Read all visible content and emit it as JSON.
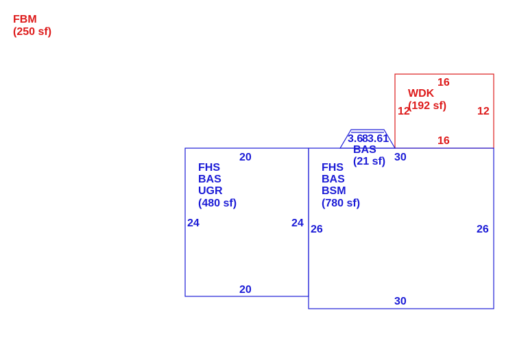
{
  "colors": {
    "blue": "#1a1ad6",
    "red": "#dd1a1a"
  },
  "fbm": {
    "code": "FBM",
    "area": "(250 sf)"
  },
  "wdk": {
    "code": "WDK",
    "area": "(192 sf)",
    "dim_top": "16",
    "dim_bottom": "16",
    "dim_left": "12",
    "dim_right": "12"
  },
  "bay": {
    "code": "BAS",
    "area": "(21 sf)",
    "dim_a": "3.6",
    "dim_b": "8",
    "dim_c": "3.61"
  },
  "left_section": {
    "line1": "FHS",
    "line2": "BAS",
    "line3": "UGR",
    "area": "(480 sf)",
    "dim_top": "20",
    "dim_bottom": "20",
    "dim_left": "24",
    "dim_right": "24"
  },
  "right_section": {
    "line1": "FHS",
    "line2": "BAS",
    "line3": "BSM",
    "area": "(780 sf)",
    "dim_top": "30",
    "dim_bottom": "30",
    "dim_left": "26",
    "dim_right": "26"
  }
}
